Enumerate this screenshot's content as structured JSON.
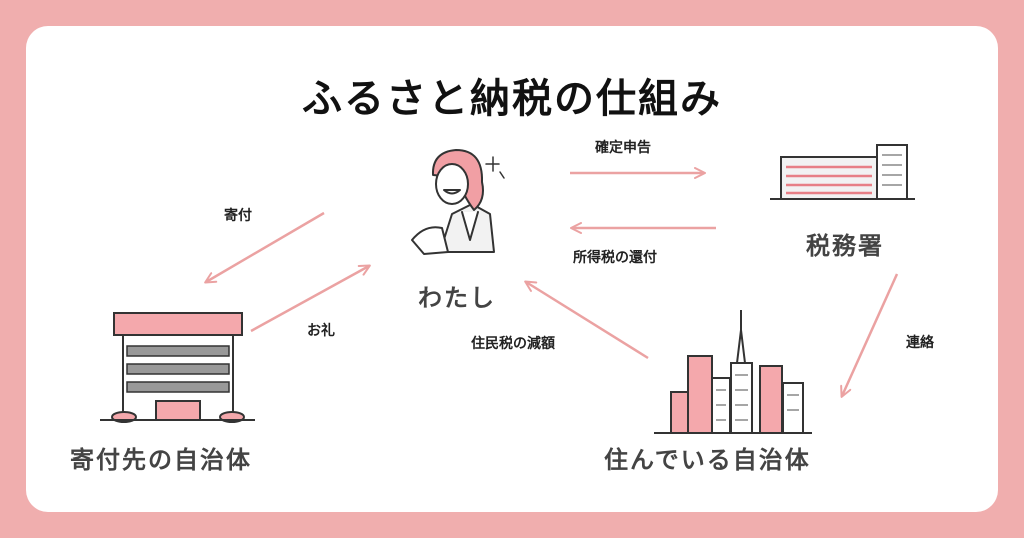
{
  "title": "ふるさと納税の仕組み",
  "nodes": {
    "me": "わたし",
    "tax_office": "税務署",
    "donation_target": "寄付先の自治体",
    "home_municipality": "住んでいる自治体"
  },
  "edges": {
    "tax_return": "確定申告",
    "income_tax_refund": "所得税の還付",
    "donation": "寄付",
    "thanks_gift": "お礼",
    "resident_tax_reduction": "住民税の減額",
    "liaison": "連絡"
  },
  "colors": {
    "background": "#f0aeae",
    "arrow": "#eba2a2",
    "accent": "#ef8f94"
  }
}
